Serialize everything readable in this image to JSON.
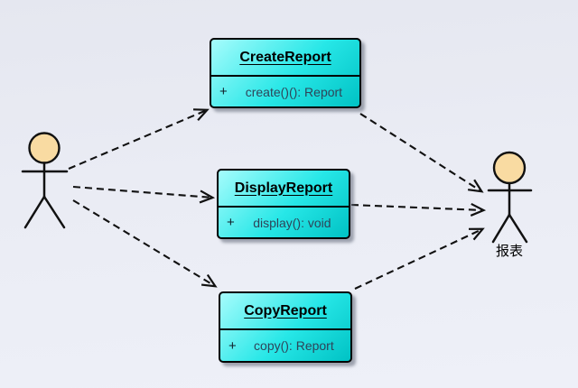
{
  "classes": [
    {
      "name": "CreateReport",
      "visibility": "+",
      "method": "create()(): Report"
    },
    {
      "name": "DisplayReport",
      "visibility": "+",
      "method": "display(): void"
    },
    {
      "name": "CopyReport",
      "visibility": "+",
      "method": "copy(): Report"
    }
  ],
  "actors": [
    {
      "id": "left-actor",
      "label": ""
    },
    {
      "id": "right-actor",
      "label": "报表"
    }
  ],
  "relations": [
    {
      "from": "left-actor",
      "to": "CreateReport",
      "style": "dashed-open-arrow"
    },
    {
      "from": "left-actor",
      "to": "DisplayReport",
      "style": "dashed-open-arrow"
    },
    {
      "from": "left-actor",
      "to": "CopyReport",
      "style": "dashed-open-arrow"
    },
    {
      "from": "CreateReport",
      "to": "right-actor",
      "style": "dashed-open-arrow"
    },
    {
      "from": "DisplayReport",
      "to": "right-actor",
      "style": "dashed-open-arrow"
    },
    {
      "from": "CopyReport",
      "to": "right-actor",
      "style": "dashed-open-arrow"
    }
  ],
  "colors": {
    "class_fill_light": "#a6fcfc",
    "class_fill_dark": "#00c2c4",
    "class_border": "#000000",
    "method_text": "#2f4459",
    "actor_head_fill": "#f9dba2",
    "line": "#111111",
    "background_top": "#e5e7f0",
    "background_bottom": "#eef0f8"
  }
}
